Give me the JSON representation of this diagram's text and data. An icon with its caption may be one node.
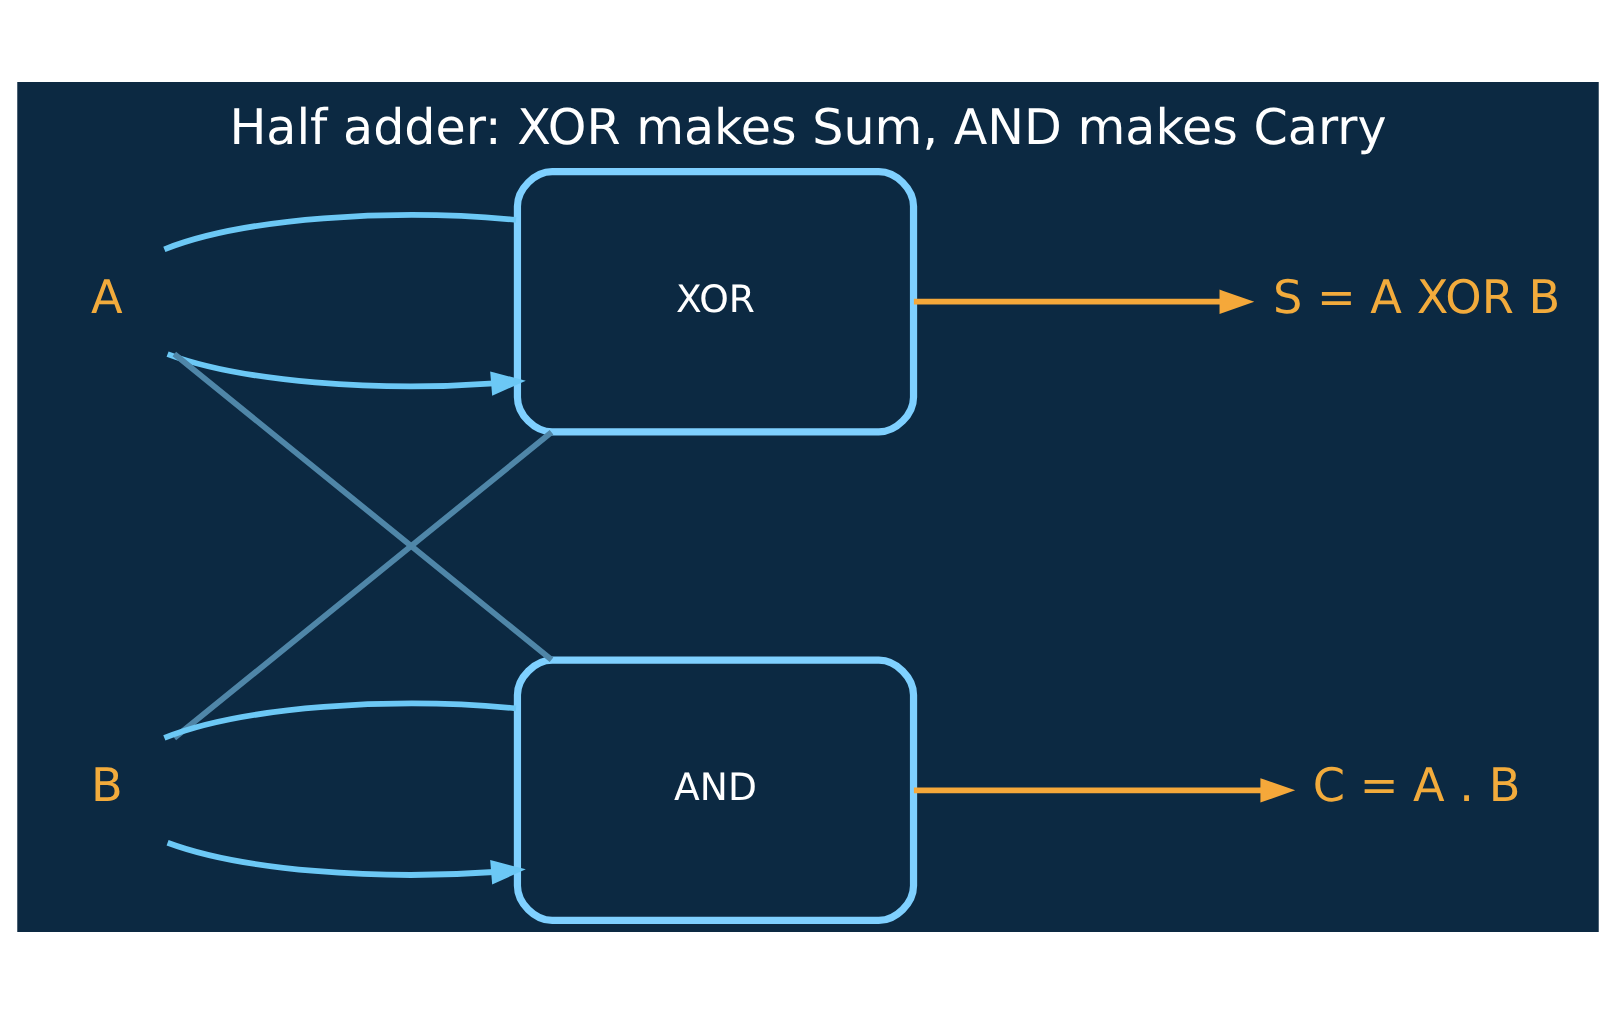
{
  "diagram": {
    "title": "Half adder: XOR makes Sum, AND makes Carry",
    "nodes": [
      {
        "text": [
          "A"
        ]
      },
      {
        "text": [
          "XOR"
        ]
      },
      {
        "text": [
          "S = A XOR B"
        ]
      },
      {
        "text": [
          "B"
        ]
      },
      {
        "text": [
          "AND"
        ]
      },
      {
        "text": [
          "C = A . B"
        ]
      }
    ],
    "edges": [
      {
        "from": 0,
        "to": 1,
        "arrow": "to"
      },
      {
        "from": 3,
        "to": 4,
        "arrow": "to"
      },
      {
        "from": 0,
        "to": 1,
        "arrow": "none"
      },
      {
        "from": 0,
        "to": 4,
        "arrow": "none",
        "color": "#4f86a8"
      },
      {
        "from": 3,
        "to": 1,
        "arrow": "none",
        "color": "#4f86a8"
      },
      {
        "from": 3,
        "to": 4,
        "arrow": "none"
      },
      {
        "from": 1,
        "to": 2,
        "arrow": "to",
        "color": "#f5a83a"
      },
      {
        "from": 4,
        "to": 5,
        "arrow": "to",
        "color": "#f5a83a"
      }
    ]
  }
}
